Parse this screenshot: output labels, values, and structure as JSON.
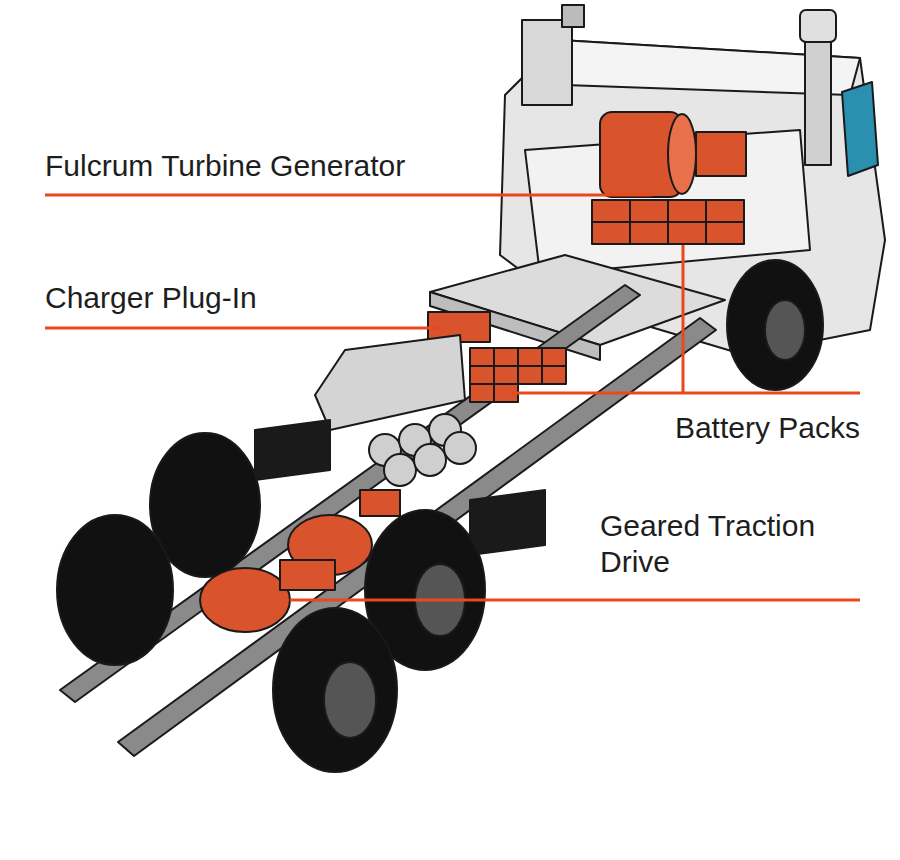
{
  "diagram": {
    "labels": [
      "Fulcrum Turbine Generator",
      "Charger Plug-In",
      "Battery Packs",
      "Geared Traction Drive"
    ]
  }
}
